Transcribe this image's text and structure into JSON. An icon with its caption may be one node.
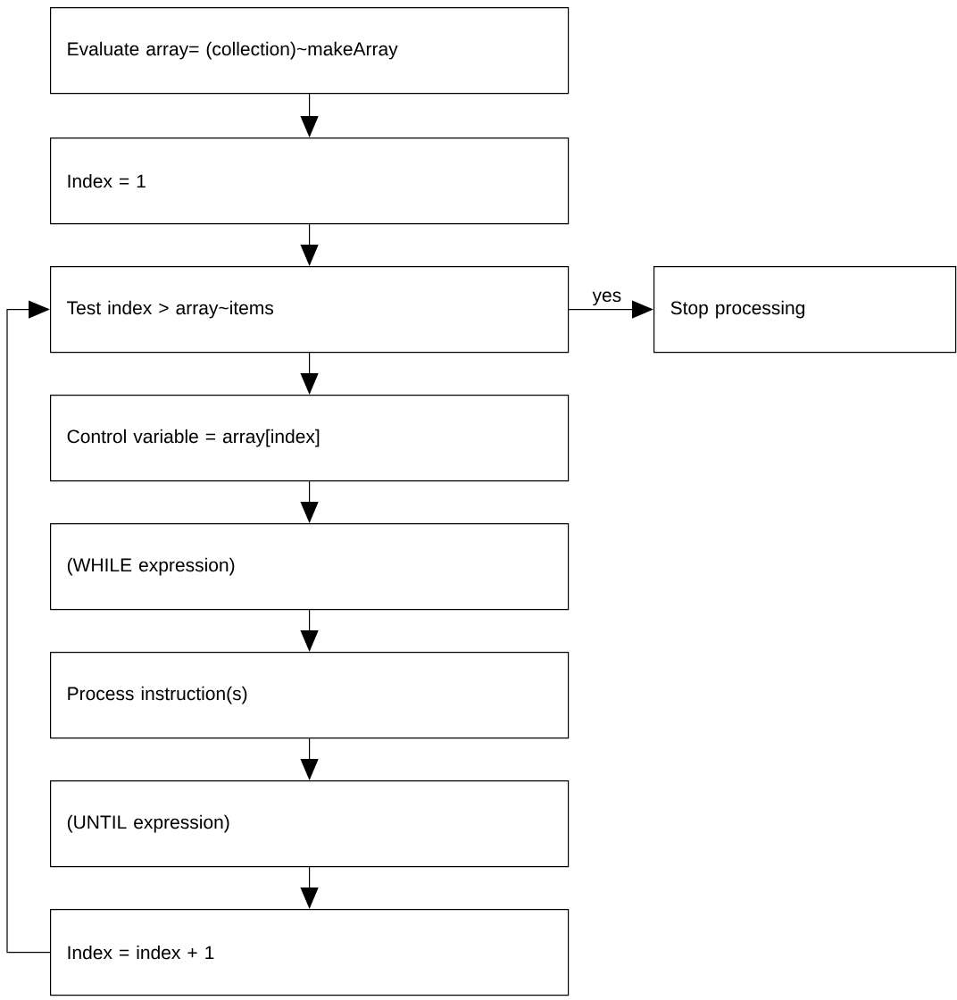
{
  "diagram": {
    "nodes": [
      {
        "text": [
          "Evaluate array= (collection)~makeArray"
        ]
      },
      {
        "text": [
          "Index = 1"
        ]
      },
      {
        "text": [
          "Test index > array~items"
        ]
      },
      {
        "text": [
          "Control variable = array[index]"
        ]
      },
      {
        "text": [
          "(WHILE expression)"
        ]
      },
      {
        "text": [
          "Process instruction(s)"
        ]
      },
      {
        "text": [
          "(UNTIL expression)"
        ]
      },
      {
        "text": [
          "Index = index + 1"
        ]
      },
      {
        "text": [
          "Stop processing"
        ]
      }
    ],
    "edges": [
      {
        "from": 0,
        "to": 1,
        "arrow": "to"
      },
      {
        "from": 1,
        "to": 2,
        "arrow": "to"
      },
      {
        "from": 2,
        "to": 3,
        "arrow": "to"
      },
      {
        "from": 3,
        "to": 4,
        "arrow": "to"
      },
      {
        "from": 4,
        "to": 5,
        "arrow": "to"
      },
      {
        "from": 5,
        "to": 6,
        "arrow": "to"
      },
      {
        "from": 6,
        "to": 7,
        "arrow": "to"
      },
      {
        "from": 2,
        "to": 8,
        "arrow": "to",
        "label": "yes"
      },
      {
        "from": 7,
        "to": 2,
        "arrow": "to"
      }
    ]
  }
}
